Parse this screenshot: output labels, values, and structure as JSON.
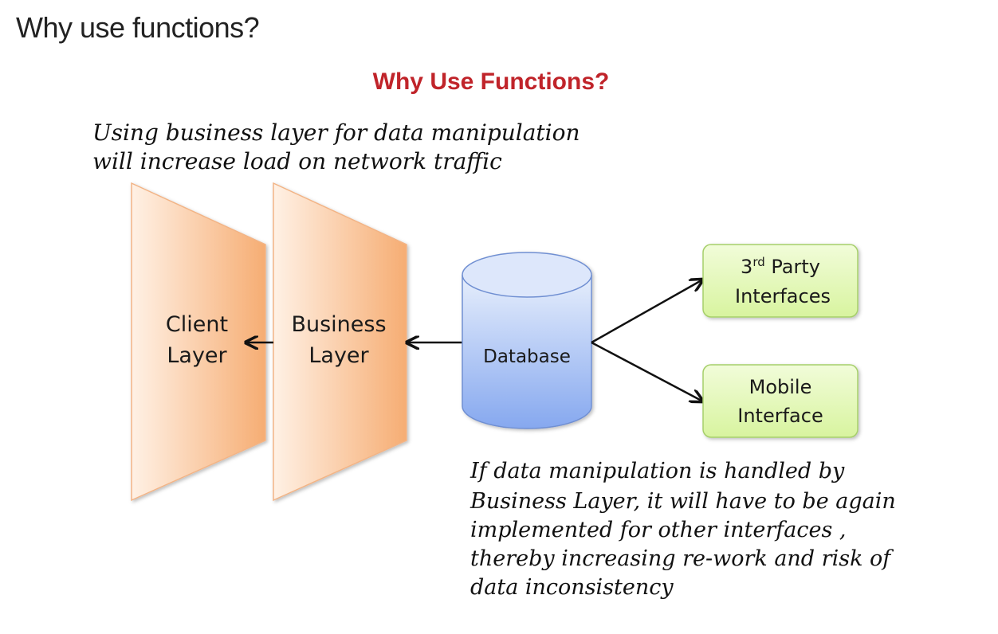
{
  "page": {
    "heading": "Why use functions?"
  },
  "diagram": {
    "title": "Why Use Functions?",
    "note_top": [
      "Using business layer for data manipulation",
      "will increase load on network traffic"
    ],
    "client_layer": [
      "Client",
      "Layer"
    ],
    "business_layer": [
      "Business",
      "Layer"
    ],
    "database": "Database",
    "third_party": {
      "line1_main": "3",
      "line1_sup": "rd",
      "line1_rest": " Party",
      "line2": "Interfaces"
    },
    "mobile": [
      "Mobile",
      "Interface"
    ],
    "note_bottom": [
      "If data manipulation  is handled by",
      "Business Layer, it will have to be again",
      "implemented for other interfaces ,",
      "thereby increasing re-work and risk of",
      "data inconsistency"
    ]
  },
  "colors": {
    "layer_light": "#fde3cf",
    "layer_dark": "#f7b27a",
    "db_light": "#dbe6fb",
    "db_dark": "#8eaef0",
    "green_fill": "#e8fbc3",
    "green_stroke": "#a6cf6b",
    "title_red": "#c0242a"
  }
}
